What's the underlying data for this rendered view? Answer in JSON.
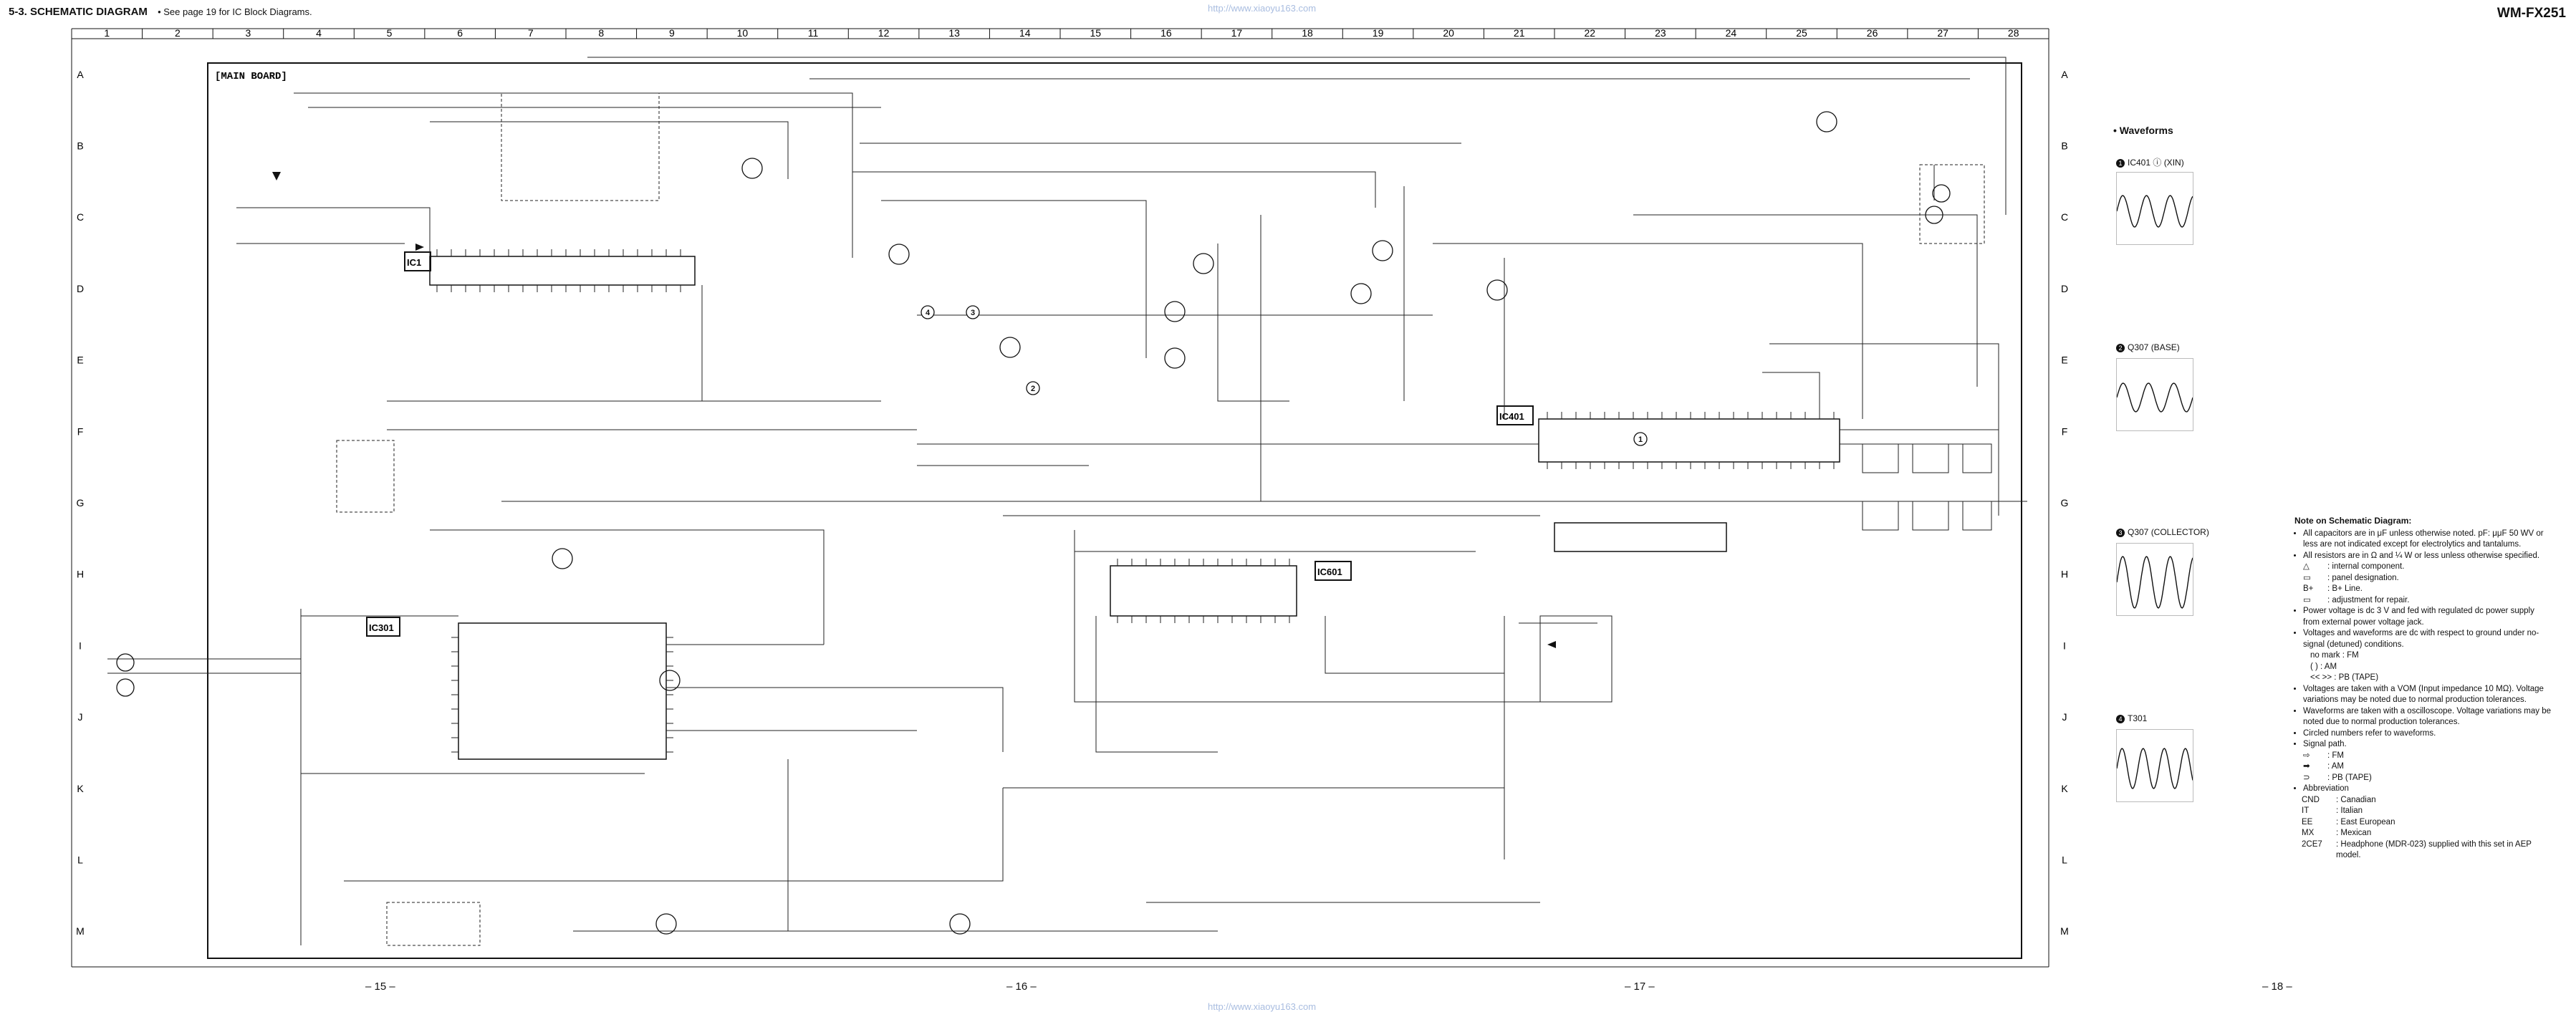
{
  "header": {
    "section": "5-3.   SCHEMATIC  DIAGRAM",
    "note": "• See page 19 for IC Block Diagrams.",
    "model": "WM-FX251"
  },
  "watermark": "http://www.xiaoyu163.com",
  "grid": {
    "columns": [
      "1",
      "2",
      "3",
      "4",
      "5",
      "6",
      "7",
      "8",
      "9",
      "10",
      "11",
      "12",
      "13",
      "14",
      "15",
      "16",
      "17",
      "18",
      "19",
      "20",
      "21",
      "22",
      "23",
      "24",
      "25",
      "26",
      "27",
      "28"
    ],
    "rows": [
      "A",
      "B",
      "C",
      "D",
      "E",
      "F",
      "G",
      "H",
      "I",
      "J",
      "K",
      "L",
      "M"
    ]
  },
  "board": {
    "title": "[MAIN BOARD]",
    "ic_labels": [
      "IC1",
      "IC301",
      "IC401",
      "IC601"
    ]
  },
  "page_numbers": [
    "– 15 –",
    "– 16 –",
    "– 17 –",
    "– 18 –"
  ],
  "waveforms": {
    "title": "• Waveforms",
    "items": [
      {
        "num": "1",
        "label": "IC401 ⓘ (XIN)"
      },
      {
        "num": "2",
        "label": "Q307 (BASE)"
      },
      {
        "num": "3",
        "label": "Q307 (COLLECTOR)"
      },
      {
        "num": "4",
        "label": "T301"
      }
    ]
  },
  "notes": {
    "title": "Note on Schematic Diagram:",
    "items": [
      "All capacitors are in μF unless otherwise noted.  pF: μμF 50 WV or less are not indicated except for electrolytics and tantalums.",
      "All resistors are in Ω and ¼ W or less unless otherwise specified.",
      "Power voltage is dc 3 V and fed with regulated dc power supply from external power voltage jack.",
      "Voltages and waveforms are dc with respect to ground under no-signal (detuned) conditions.",
      "Voltages are taken with a VOM (Input impedance 10 MΩ). Voltage variations may be noted due to normal production tolerances.",
      "Waveforms are taken with a oscilloscope. Voltage variations may be noted due to normal production tolerances.",
      "Circled numbers refer to waveforms.",
      "Signal path.",
      "Abbreviation"
    ],
    "symbols": [
      {
        "sym": "△",
        "text": ": internal component."
      },
      {
        "sym": "▭",
        "text": ": panel designation."
      },
      {
        "sym": "B+",
        "text": ": B+ Line."
      },
      {
        "sym": "▭",
        "text": ": adjustment for repair."
      }
    ],
    "conditions": [
      "no mark : FM",
      "(       ) : AM",
      "<<    >> : PB (TAPE)"
    ],
    "signal_paths": [
      ": FM",
      ": AM",
      ": PB (TAPE)"
    ],
    "abbreviations": [
      {
        "code": "CND",
        "meaning": ": Canadian"
      },
      {
        "code": "IT",
        "meaning": ": Italian"
      },
      {
        "code": "EE",
        "meaning": ": East European"
      },
      {
        "code": "MX",
        "meaning": ": Mexican"
      },
      {
        "code": "2CE7",
        "meaning": ": Headphone (MDR-023) supplied with this set in AEP model."
      }
    ]
  }
}
